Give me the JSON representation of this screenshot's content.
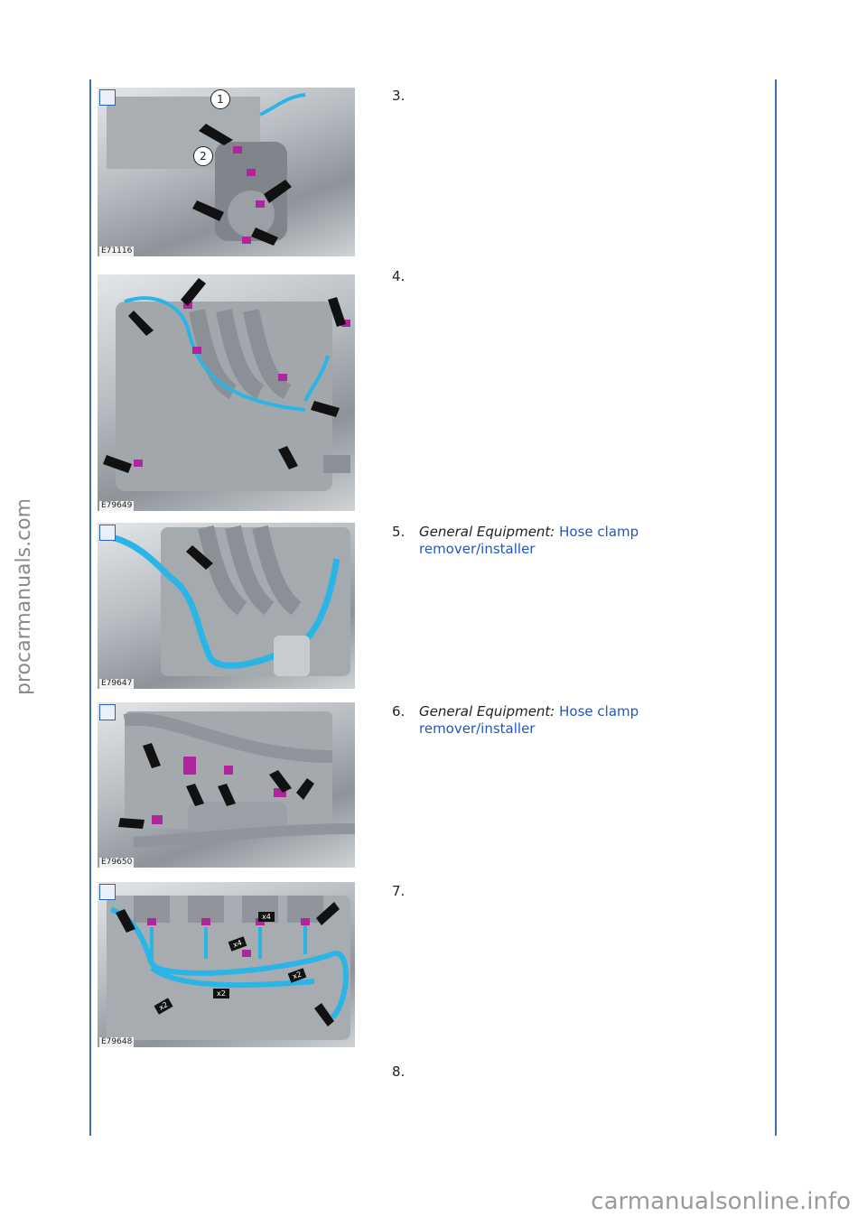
{
  "watermarks": {
    "side": "procarmanuals.com",
    "bottom": "carmanualsonline.info"
  },
  "figures": [
    {
      "id": "E71116",
      "callouts": [
        "1",
        "2"
      ]
    },
    {
      "id": "E79649"
    },
    {
      "id": "E79647"
    },
    {
      "id": "E79650"
    },
    {
      "id": "E79648",
      "callouts": [
        "x4",
        "x4",
        "x2",
        "x2",
        "x2"
      ]
    }
  ],
  "steps": [
    {
      "number": "3."
    },
    {
      "number": "4."
    },
    {
      "number": "5.",
      "equipment_label": "General Equipment:",
      "equipment_link": "Hose clamp remover/installer"
    },
    {
      "number": "6.",
      "equipment_label": "General Equipment:",
      "equipment_link": "Hose clamp remover/installer"
    },
    {
      "number": "7."
    },
    {
      "number": "8."
    }
  ],
  "colors": {
    "rule": "#3a6fb0",
    "link": "#1f57c5",
    "hose": "#2bb5e6",
    "clip": "#b0259a"
  }
}
